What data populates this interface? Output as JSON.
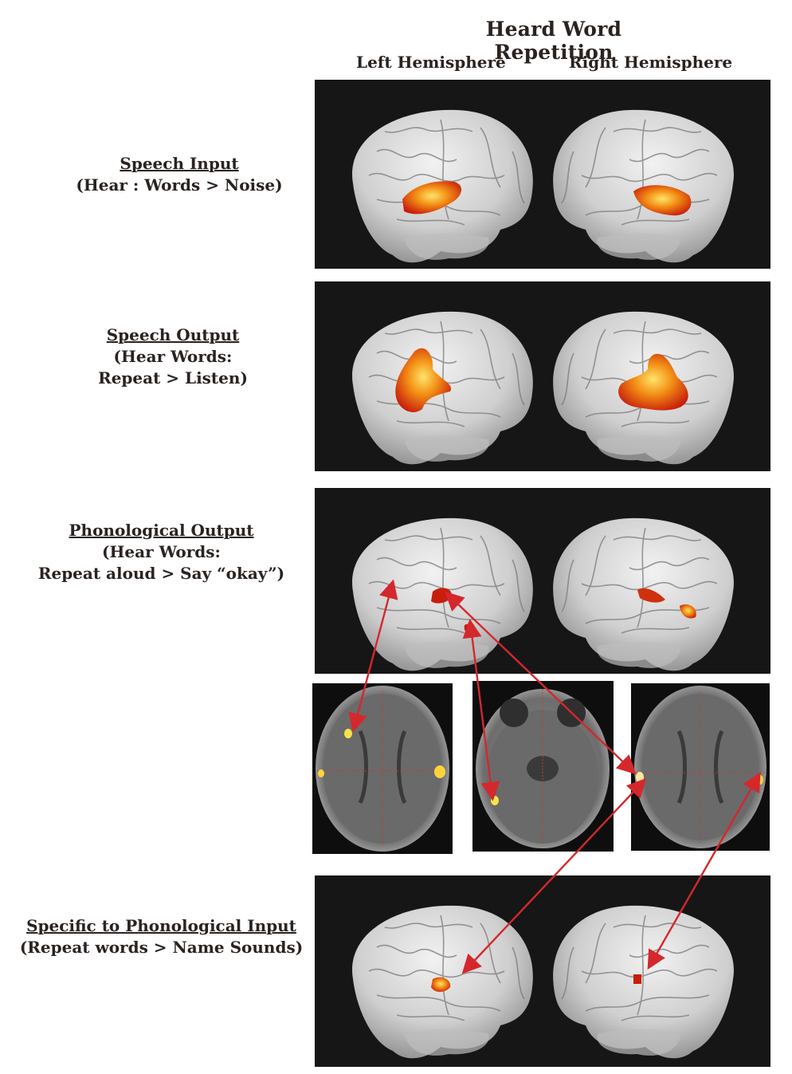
{
  "figure": {
    "title": "Heard Word Repetition",
    "hemispheres": {
      "left": "Left Hemisphere",
      "right": "Right Hemisphere"
    }
  },
  "rows": [
    {
      "heading": "Speech Input",
      "sub": [
        "(Hear : Words > Noise)"
      ]
    },
    {
      "heading": "Speech Output",
      "sub": [
        "(Hear Words:",
        "Repeat > Listen)"
      ]
    },
    {
      "heading": "Phonological Output",
      "sub": [
        "(Hear Words:",
        "Repeat aloud > Say “okay”)"
      ]
    },
    {
      "heading": "Specific to Phonological Input",
      "sub": [
        "(Repeat words > Name Sounds)"
      ]
    }
  ],
  "colors": {
    "panel_background": "#161616",
    "brain": "#d9d9d9",
    "activation_red": "#c81e0c",
    "activation_orange": "#f06a10",
    "activation_yellow": "#ffd43a",
    "arrow": "#d4282c"
  }
}
